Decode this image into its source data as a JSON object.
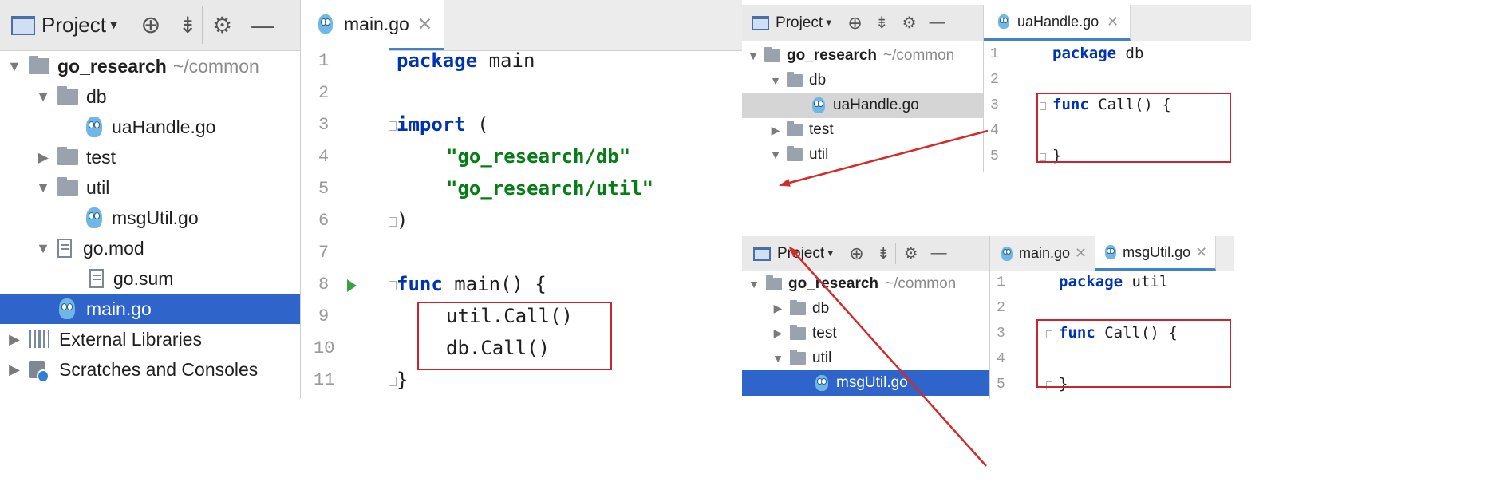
{
  "left_panel": {
    "title": "Project",
    "tree": [
      {
        "label": "go_research",
        "suffix": "~/common",
        "type": "folder",
        "expanded": true
      },
      {
        "label": "db",
        "type": "folder",
        "expanded": true
      },
      {
        "label": "uaHandle.go",
        "type": "go"
      },
      {
        "label": "test",
        "type": "folder",
        "expanded": false
      },
      {
        "label": "util",
        "type": "folder",
        "expanded": true
      },
      {
        "label": "msgUtil.go",
        "type": "go"
      },
      {
        "label": "go.mod",
        "type": "doc",
        "expanded": true
      },
      {
        "label": "go.sum",
        "type": "doc"
      },
      {
        "label": "main.go",
        "type": "go",
        "selected": true
      },
      {
        "label": "External Libraries",
        "type": "lib"
      },
      {
        "label": "Scratches and Consoles",
        "type": "scratch"
      }
    ]
  },
  "main_editor": {
    "tab": "main.go",
    "line_numbers": [
      "1",
      "2",
      "3",
      "4",
      "5",
      "6",
      "7",
      "8",
      "9",
      "10",
      "11"
    ],
    "code": {
      "l1_kw": "package",
      "l1_rest": " main",
      "l3_kw": "import",
      "l3_rest": " (",
      "l4_str": "\"go_research/db\"",
      "l5_str": "\"go_research/util\"",
      "l6": ")",
      "l8_kw": "func",
      "l8_rest": " main() {",
      "l9": "util.Call()",
      "l10": "db.Call()",
      "l11": "}"
    }
  },
  "top_right": {
    "title": "Project",
    "tab": "uaHandle.go",
    "tree": {
      "root": "go_research",
      "root_suffix": "~/common",
      "db": "db",
      "file": "uaHandle.go",
      "test": "test",
      "util": "util"
    },
    "line_numbers": [
      "1",
      "2",
      "3",
      "4",
      "5"
    ],
    "code": {
      "l1_kw": "package",
      "l1_rest": " db",
      "l3_kw": "func",
      "l3_rest": " Call() {",
      "l5": "}"
    }
  },
  "bottom_right": {
    "title": "Project",
    "tab1": "main.go",
    "tab2": "msgUtil.go",
    "tree": {
      "root": "go_research",
      "root_suffix": "~/common",
      "db": "db",
      "test": "test",
      "util": "util",
      "file": "msgUtil.go"
    },
    "line_numbers": [
      "1",
      "2",
      "3",
      "4",
      "5"
    ],
    "code": {
      "l1_kw": "package",
      "l1_rest": " util",
      "l3_kw": "func",
      "l3_rest": " Call() {",
      "l5": "}"
    }
  },
  "colors": {
    "keyword": "#0033b3",
    "string": "#067d17",
    "selection": "#2f65ca",
    "annotation": "#c8252c"
  },
  "icons": [
    "window-icon",
    "target-icon",
    "collapse-icon",
    "gear-icon",
    "minimize-icon",
    "folder-icon",
    "gopher-icon",
    "close-icon",
    "run-icon"
  ]
}
